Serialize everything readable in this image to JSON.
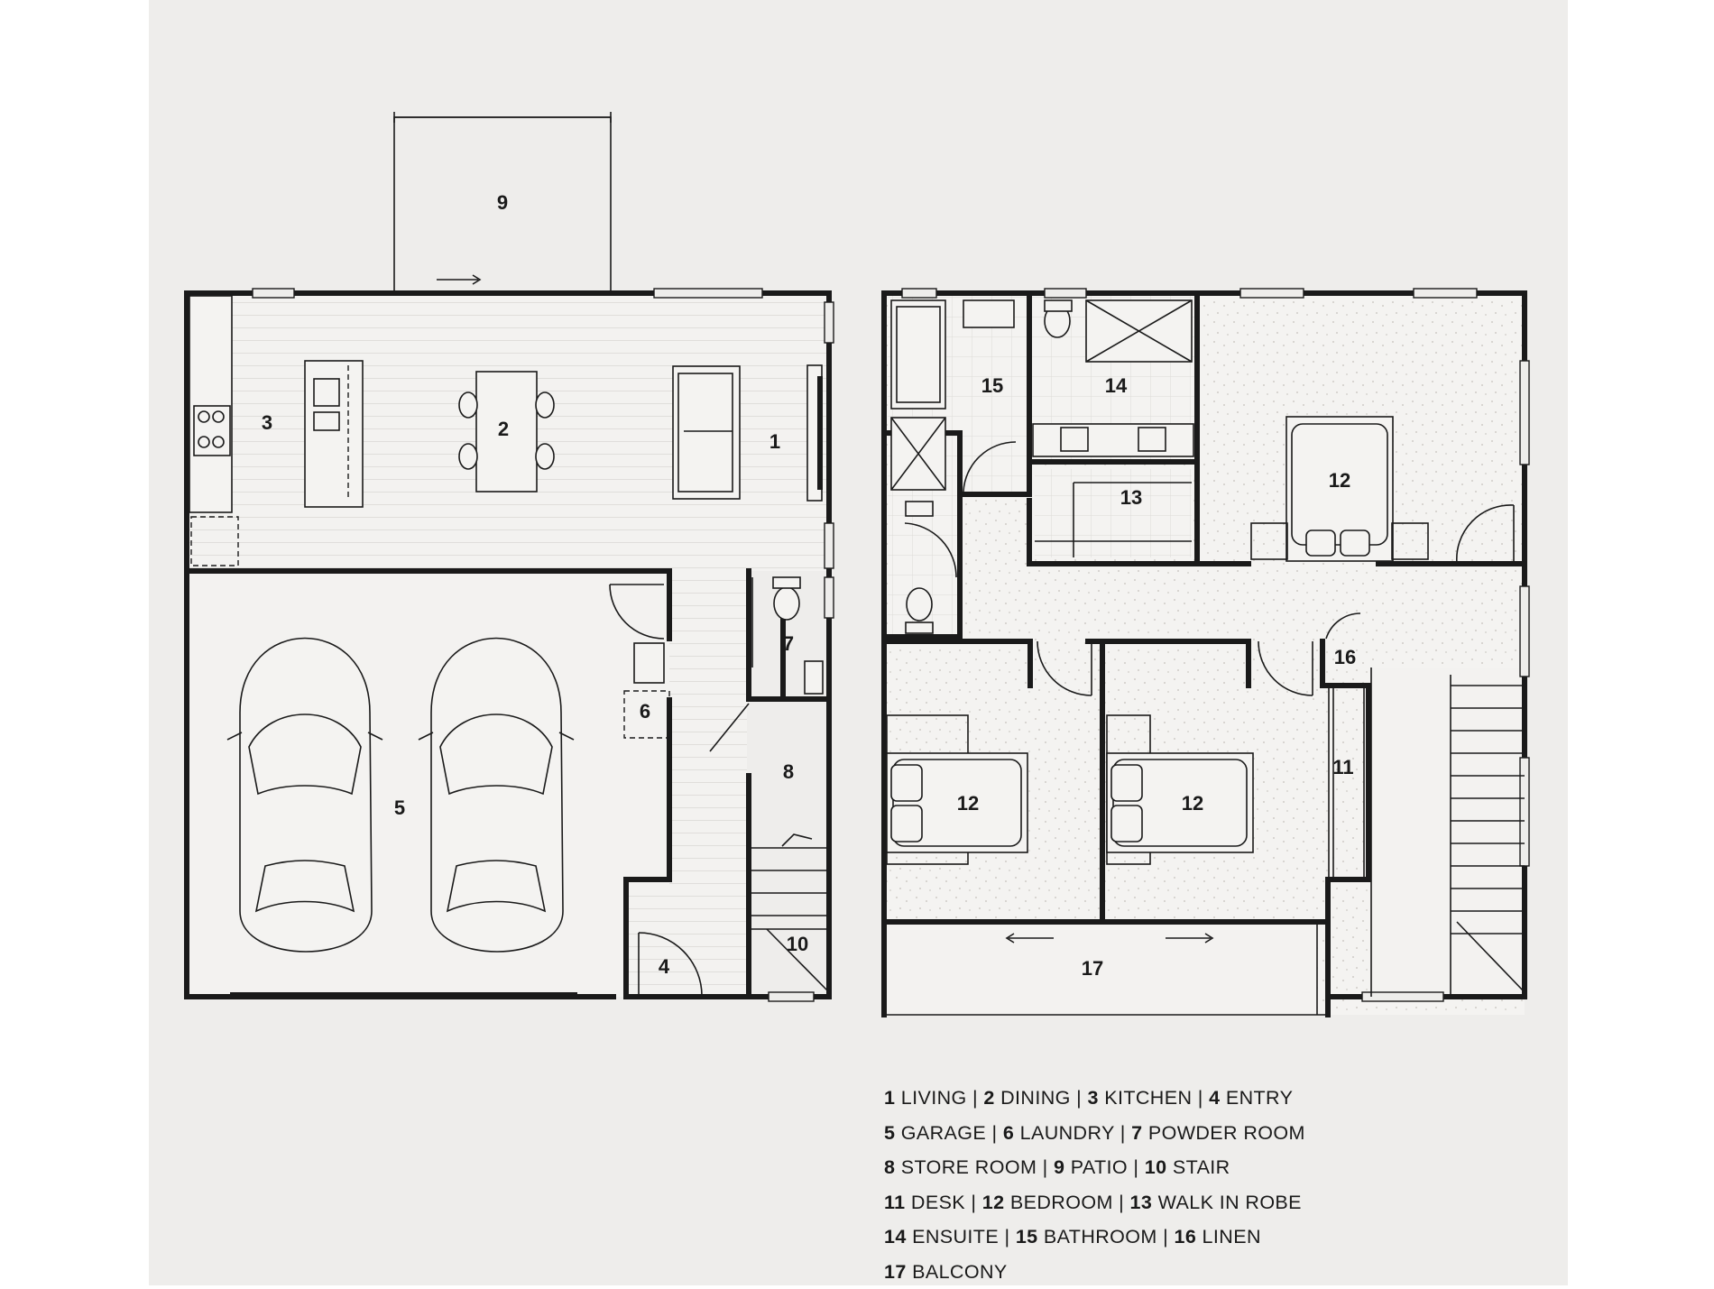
{
  "rooms": {
    "ground_floor": [
      {
        "id": "living",
        "label": "1"
      },
      {
        "id": "dining",
        "label": "2"
      },
      {
        "id": "kitchen",
        "label": "3"
      },
      {
        "id": "entry",
        "label": "4"
      },
      {
        "id": "garage",
        "label": "5"
      },
      {
        "id": "laundry",
        "label": "6"
      },
      {
        "id": "powder-room",
        "label": "7"
      },
      {
        "id": "store-room",
        "label": "8"
      },
      {
        "id": "patio",
        "label": "9"
      },
      {
        "id": "stair",
        "label": "10"
      }
    ],
    "upper_floor": [
      {
        "id": "bathroom",
        "label": "15"
      },
      {
        "id": "ensuite",
        "label": "14"
      },
      {
        "id": "walk-in-robe",
        "label": "13"
      },
      {
        "id": "master-bedroom",
        "label": "12"
      },
      {
        "id": "linen",
        "label": "16"
      },
      {
        "id": "desk",
        "label": "11"
      },
      {
        "id": "bedroom-left",
        "label": "12"
      },
      {
        "id": "bedroom-right",
        "label": "12"
      },
      {
        "id": "balcony",
        "label": "17"
      }
    ]
  },
  "legend": {
    "lines": [
      [
        {
          "num": "1",
          "name": " LIVING | "
        },
        {
          "num": "2",
          "name": " DINING | "
        },
        {
          "num": "3",
          "name": " KITCHEN | "
        },
        {
          "num": "4",
          "name": " ENTRY"
        }
      ],
      [
        {
          "num": "5",
          "name": " GARAGE | "
        },
        {
          "num": "6",
          "name": " LAUNDRY | "
        },
        {
          "num": "7",
          "name": " POWDER ROOM"
        }
      ],
      [
        {
          "num": "8",
          "name": " STORE ROOM | "
        },
        {
          "num": "9",
          "name": " PATIO | "
        },
        {
          "num": "10",
          "name": " STAIR"
        }
      ],
      [
        {
          "num": "11",
          "name": " DESK | "
        },
        {
          "num": "12",
          "name": " BEDROOM | "
        },
        {
          "num": "13",
          "name": " WALK IN ROBE"
        }
      ],
      [
        {
          "num": "14",
          "name": " ENSUITE | "
        },
        {
          "num": "15",
          "name": " BATHROOM | "
        },
        {
          "num": "16",
          "name": " LINEN"
        }
      ],
      [
        {
          "num": "17",
          "name": " BALCONY"
        }
      ]
    ]
  }
}
